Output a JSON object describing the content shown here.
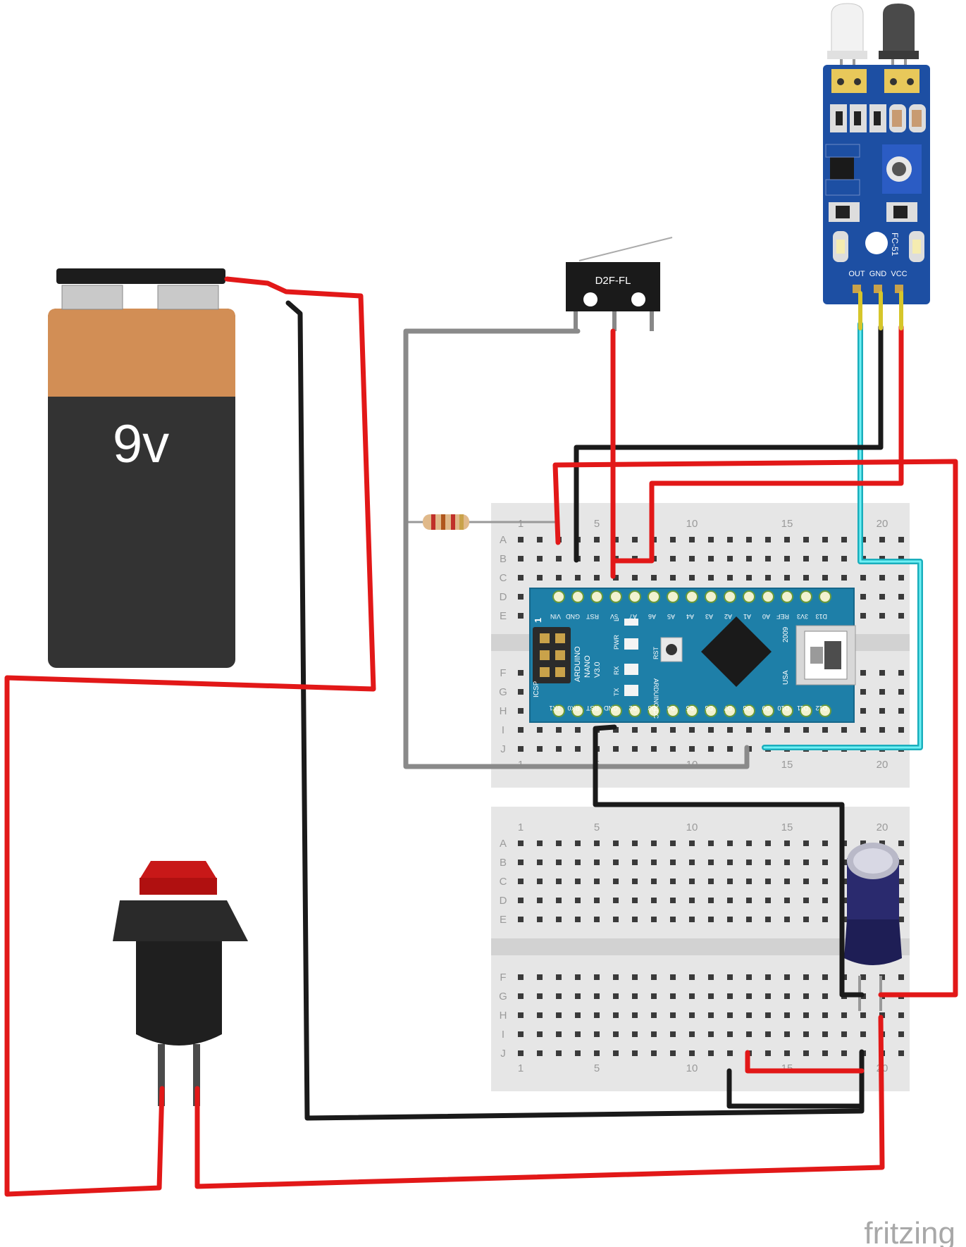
{
  "battery": {
    "label": "9v"
  },
  "microswitch": {
    "label": "D2F-FL"
  },
  "ir_sensor": {
    "model": "FC-51",
    "pins": [
      "OUT",
      "GND",
      "VCC"
    ]
  },
  "arduino": {
    "name_lines": [
      "ARDUINO",
      "NANO",
      "V3.0"
    ],
    "site": "ARDUINO.CC",
    "year": "2009",
    "origin": "USA",
    "icsp": "ICSP",
    "icsp_num": "1",
    "rst_button": "RST",
    "leds": [
      "L",
      "PWR",
      "RX",
      "TX"
    ],
    "top_pins": [
      "VIN",
      "GND",
      "RST",
      "5V",
      "A7",
      "A6",
      "A5",
      "A4",
      "A3",
      "A2",
      "A1",
      "A0",
      "REF",
      "3V3",
      "D13"
    ],
    "bottom_pins": [
      "TX1",
      "RX0",
      "RST",
      "GND",
      "D2",
      "D3",
      "D4",
      "D5",
      "D6",
      "D7",
      "D8",
      "D9",
      "D10",
      "D11",
      "D12"
    ]
  },
  "breadboard": {
    "rows": [
      "A",
      "B",
      "C",
      "D",
      "E",
      "F",
      "G",
      "H",
      "I",
      "J"
    ],
    "column_numbers": [
      "1",
      "5",
      "10",
      "15",
      "20"
    ]
  },
  "branding": {
    "text": "fritzing"
  },
  "colors": {
    "red_wire": "#e21818",
    "black_wire": "#1a1a1a",
    "gray_wire": "#8a8a8a",
    "cyan_wire": "#33d6e0",
    "arduino_blue": "#1e7fa8",
    "sensor_blue": "#1d4fa3",
    "breadboard": "#e6e6e6"
  }
}
